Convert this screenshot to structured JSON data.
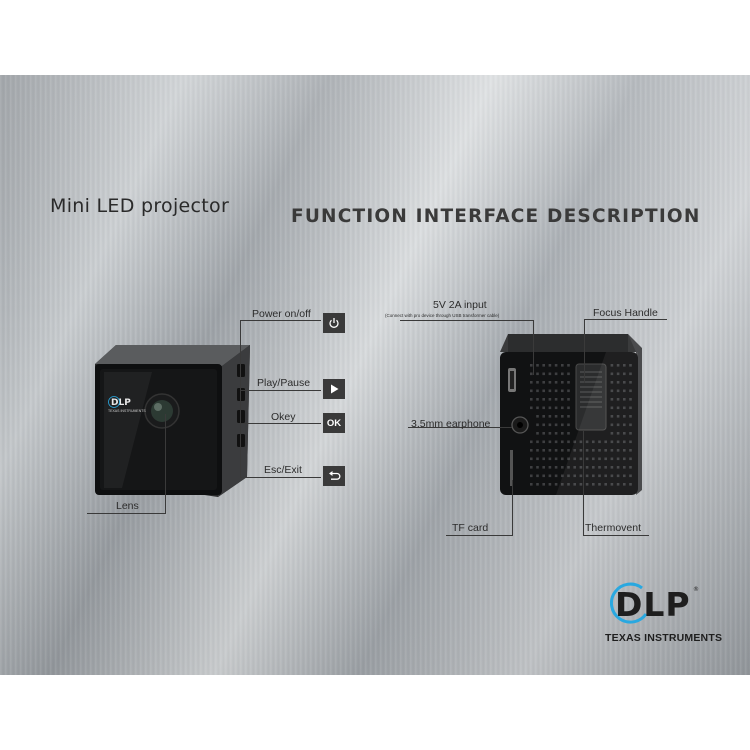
{
  "header": {
    "subtitle": "Mini LED projector",
    "title": "FUNCTION INTERFACE DESCRIPTION"
  },
  "front_view": {
    "controls": [
      {
        "label": "Power on/off",
        "icon": "power-icon"
      },
      {
        "label": "Play/Pause",
        "icon": "play-icon"
      },
      {
        "label": "Okey",
        "icon_text": "OK"
      },
      {
        "label": "Esc/Exit",
        "icon": "back-arrow-icon"
      }
    ],
    "lens_label": "Lens",
    "device_logo": "DLP",
    "device_logo_sub": "TEXAS INSTRUMENTS"
  },
  "back_view": {
    "input_label": "5V 2A input",
    "input_note": "(Connect with pro device through USB transformer cable)",
    "focus_label": "Focus Handle",
    "earphone_label": "3.5mm earphone",
    "tf_label": "TF card",
    "thermo_label": "Thermovent"
  },
  "brand": {
    "logo_text": "DLP",
    "registered": "®",
    "maker": "TEXAS INSTRUMENTS",
    "accent_color": "#29a8e0"
  }
}
